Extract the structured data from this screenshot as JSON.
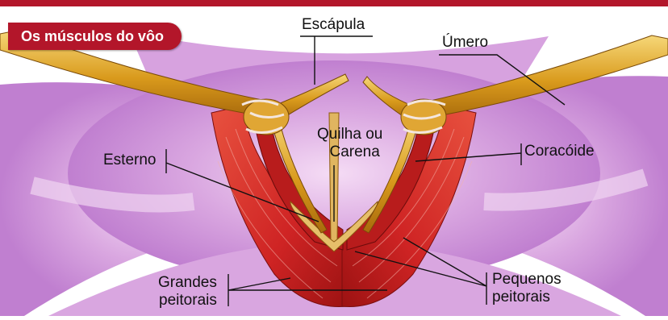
{
  "title": "Os músculos do vôo",
  "labels": {
    "escapula": "Escápula",
    "umero": "Úmero",
    "quilha_line1": "Quilha ou",
    "quilha_line2": "Carena",
    "esterno": "Esterno",
    "coracoide": "Coracóide",
    "grandes_line1": "Grandes",
    "grandes_line2": "peitorais",
    "pequenos_line1": "Pequenos",
    "pequenos_line2": "peitorais"
  },
  "colors": {
    "title_bg": "#b3162a",
    "top_bar": "#b3162a",
    "background_glow": "#c98fd6",
    "muscle": "#d42a2a",
    "muscle_dark": "#8e1212",
    "bone": "#d79a1c",
    "bone_light": "#f2cf6a",
    "tendon": "#f2e4dc"
  }
}
